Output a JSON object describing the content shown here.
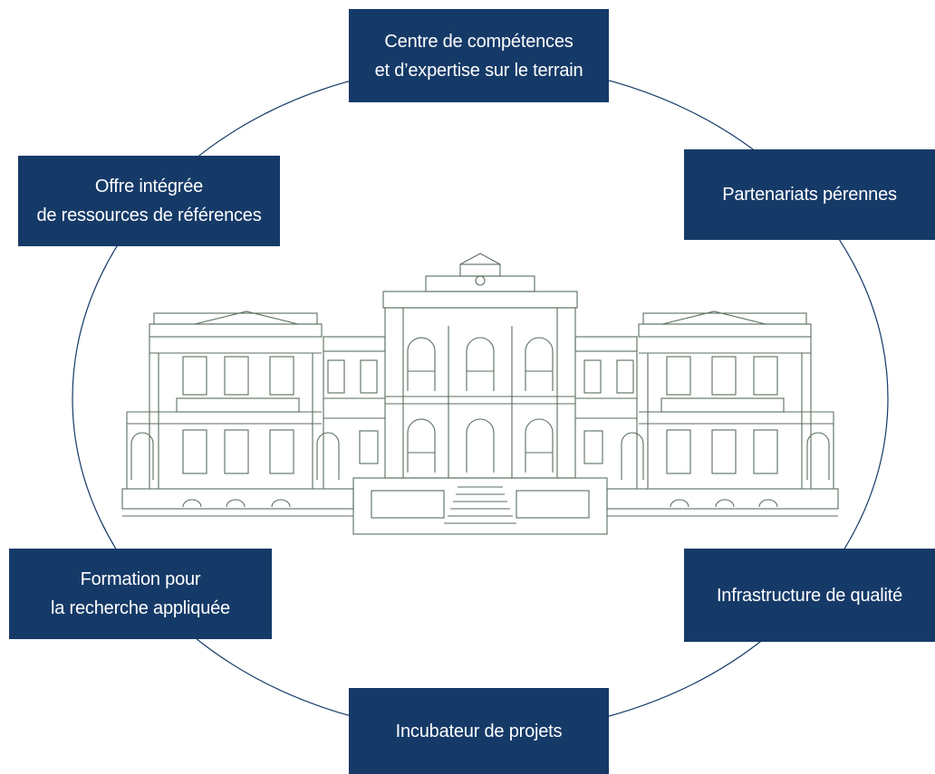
{
  "colors": {
    "box_fill": "#163a68",
    "box_text": "#ffffff",
    "ellipse_stroke": "#163a68",
    "building_stroke": "#5a6e5e"
  },
  "building": {
    "icon": "building-illustration-icon",
    "description": "neoclassical institute building line drawing"
  },
  "nodes": {
    "top": {
      "line1": "Centre de compétences",
      "line2": "et d’expertise sur le terrain"
    },
    "top_right": {
      "line1": "Partenariats pérennes"
    },
    "bottom_right": {
      "line1": "Infrastructure de qualité"
    },
    "bottom": {
      "line1": "Incubateur de projets"
    },
    "bottom_left": {
      "line1": "Formation pour",
      "line2": "la recherche appliquée"
    },
    "top_left": {
      "line1": "Offre intégrée",
      "line2": "de ressources de références"
    }
  }
}
